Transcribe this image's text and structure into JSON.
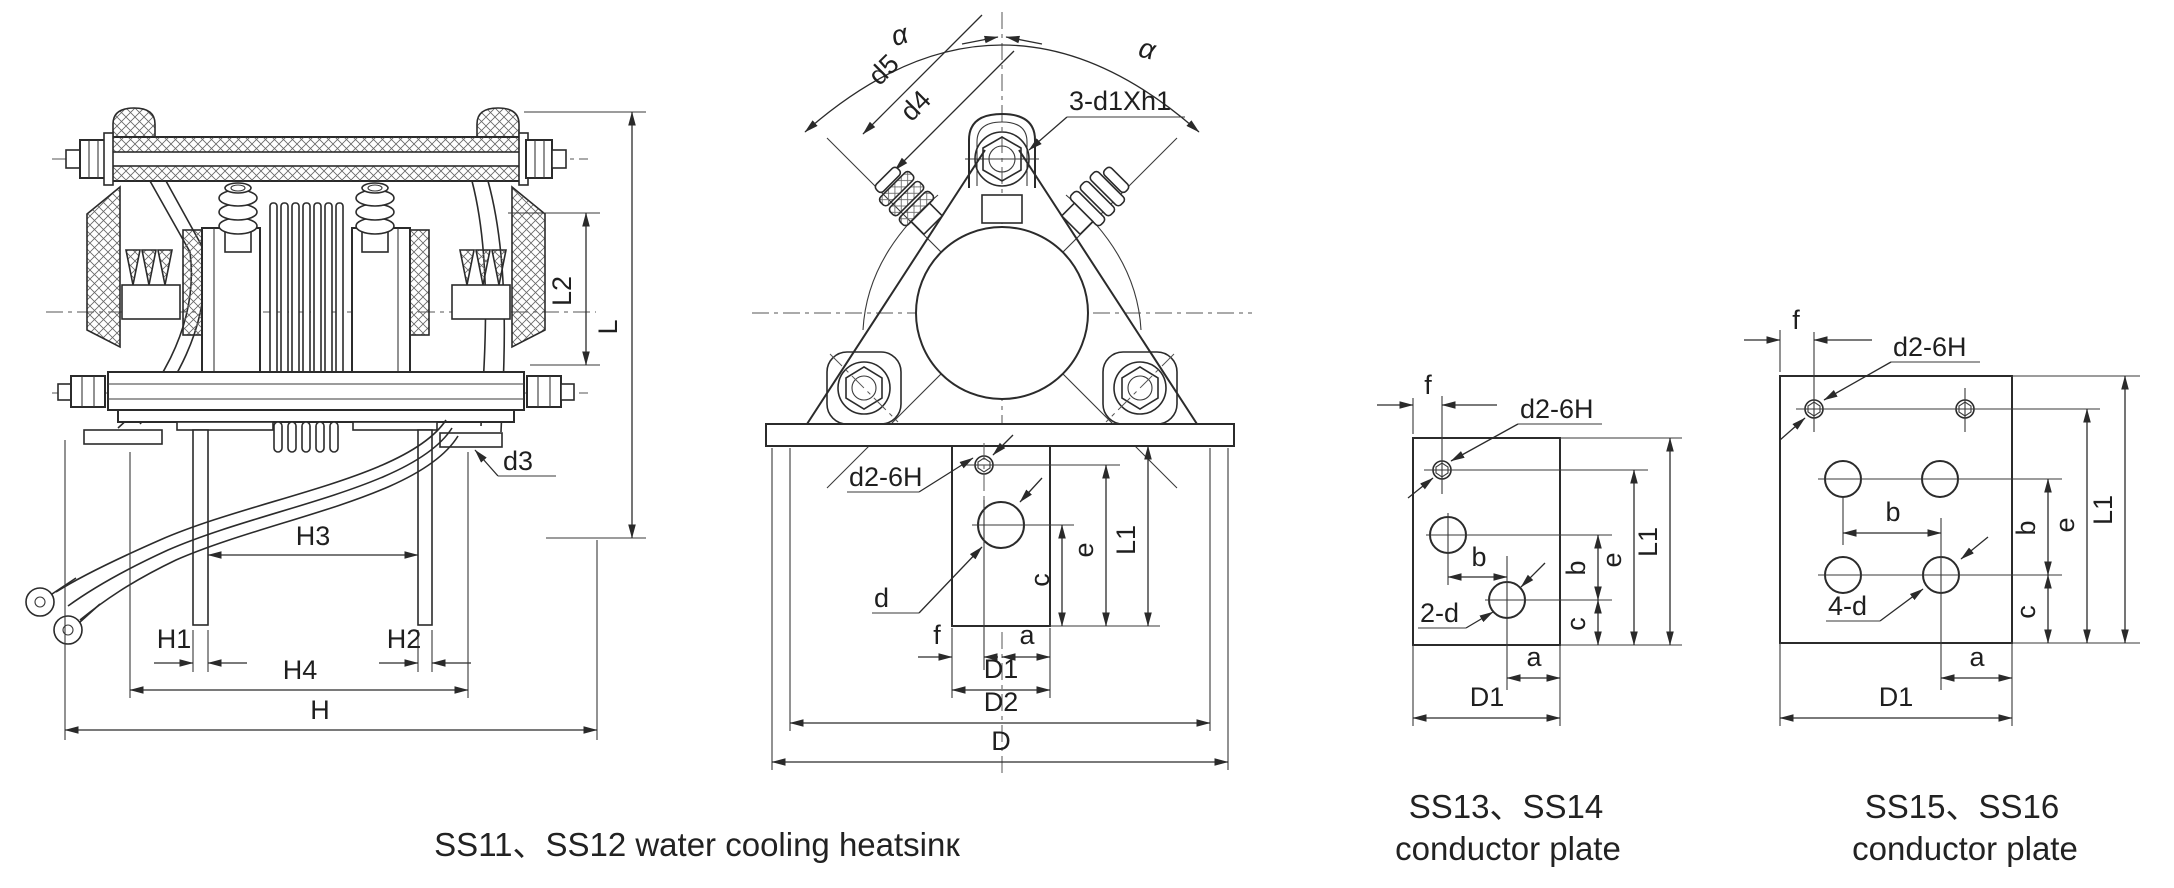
{
  "drawing": {
    "heatsink": {
      "caption": "SS11、SS12 water cooling  heatsinк",
      "dims": {
        "L2": "L2",
        "L": "L",
        "d3": "d3",
        "H3": "H3",
        "H1": "H1",
        "H2": "H2",
        "H4": "H4",
        "H": "H"
      }
    },
    "front": {
      "dims": {
        "alpha_left": "α",
        "alpha_right": "α",
        "d5": "d5",
        "d4": "d4",
        "bolts": "3-d1Xh1",
        "thread": "d2-6H",
        "hole": "d",
        "c": "c",
        "e": "e",
        "L1": "L1",
        "f": "f",
        "a": "a",
        "D1": "D1",
        "D2": "D2",
        "D": "D"
      }
    },
    "plate13": {
      "caption_models": "SS13、SS14",
      "caption_type": "conductor plate",
      "dims": {
        "f": "f",
        "thread": "d2-6H",
        "b_h": "b",
        "holes": "2-d",
        "b_v": "b",
        "c": "c",
        "e": "e",
        "L1": "L1",
        "a": "a",
        "D1": "D1"
      }
    },
    "plate15": {
      "caption_models": "SS15、SS16",
      "caption_type": "conductor plate",
      "dims": {
        "f": "f",
        "thread": "d2-6H",
        "b_h": "b",
        "holes": "4-d",
        "b_v": "b",
        "c": "c",
        "e": "e",
        "L1": "L1",
        "a": "a",
        "D1": "D1"
      }
    }
  }
}
